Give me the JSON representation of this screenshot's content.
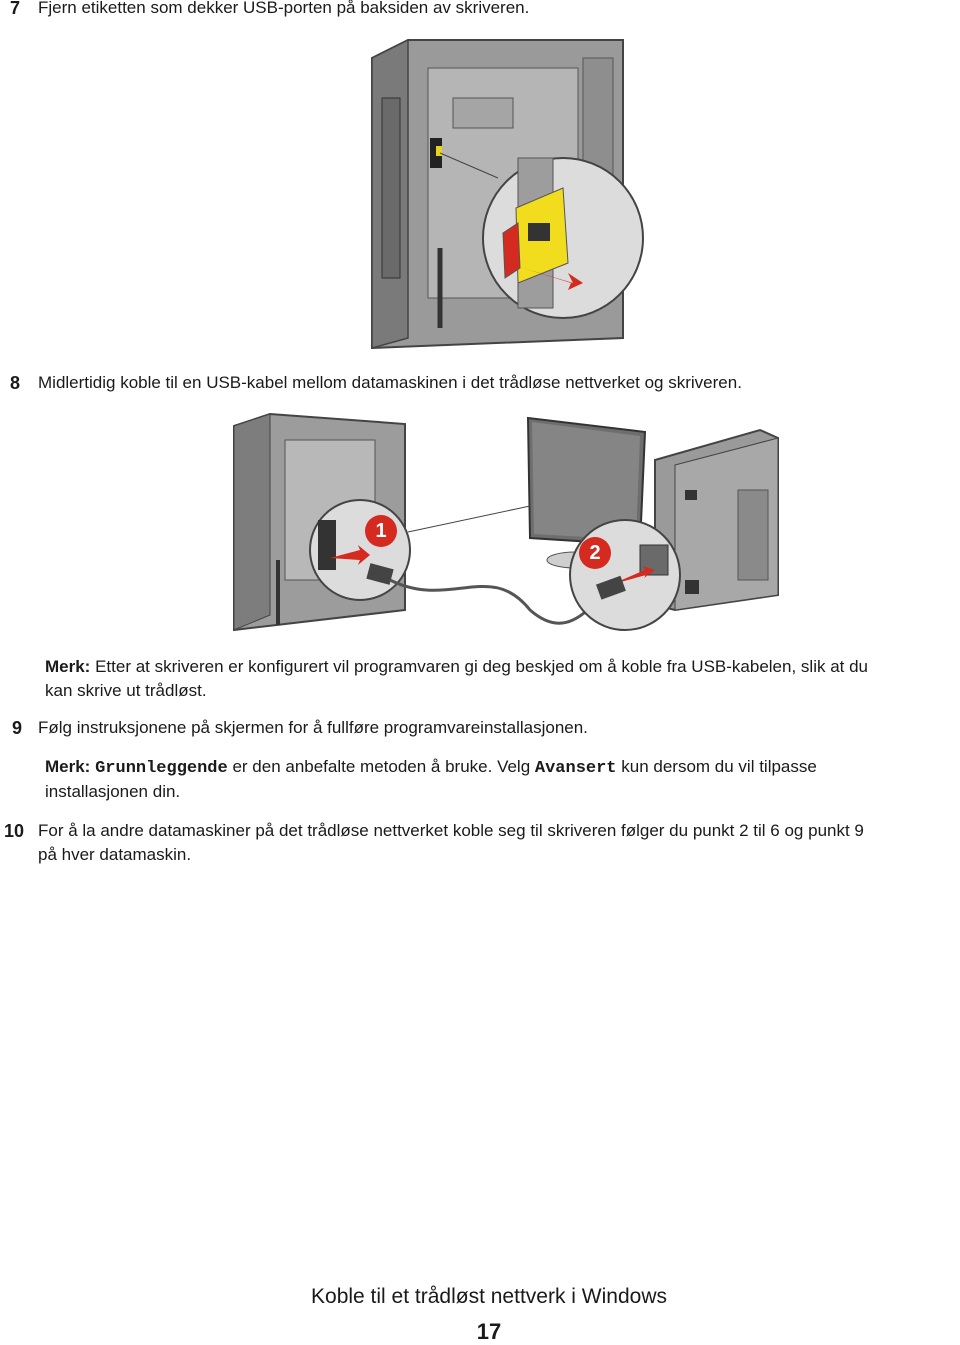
{
  "steps": [
    {
      "num": "7",
      "text": "Fjern etiketten som dekker USB-porten på baksiden av skriveren."
    },
    {
      "num": "8",
      "text": "Midlertidig koble til en USB-kabel mellom datamaskinen i det trådløse nettverket og skriveren."
    },
    {
      "num": "9",
      "text": "Følg instruksjonene på skjermen for å fullføre programvareinstallasjonen."
    },
    {
      "num": "10",
      "line1": "For å la andre datamaskiner på det trådløse nettverket koble seg til skriveren følger du punkt 2 til 6 og punkt 9",
      "line2": "på hver datamaskin."
    }
  ],
  "note1": {
    "label": "Merk:",
    "line1": " Etter at skriveren er konfigurert vil programvaren gi deg beskjed om å koble fra USB-kabelen, slik at du",
    "line2": "kan skrive ut trådløst."
  },
  "note2": {
    "label": "Merk:",
    "code1": "Grunnleggende",
    "text1": " er den anbefalte metoden å bruke. Velg ",
    "code2": "Avansert",
    "text2": " kun dersom du vil tilpasse",
    "line2": "installasjonen din."
  },
  "figure2": {
    "callout1": "1",
    "callout2": "2"
  },
  "footer": {
    "title": "Koble til et trådløst nettverk i Windows",
    "page": "17"
  },
  "colors": {
    "callout_red": "#d42a1f",
    "label_yellow": "#f2dc1e",
    "printer_gray": "#8a8a8a"
  }
}
